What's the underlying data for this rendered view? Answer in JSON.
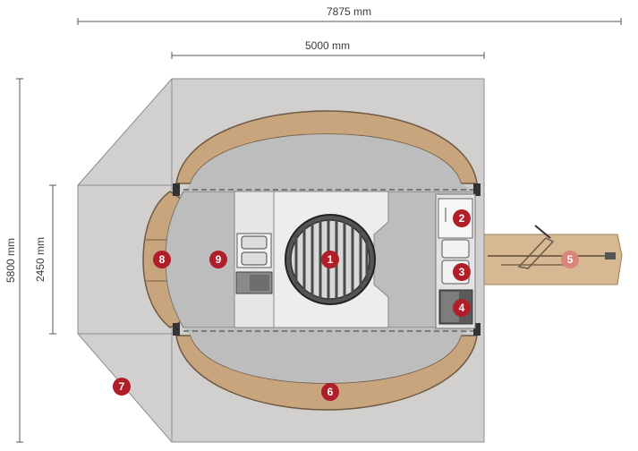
{
  "dimensions": {
    "overall_width": "7875 mm",
    "body_width": "5000 mm",
    "overall_height": "5800 mm",
    "bar_height": "2450 mm"
  },
  "markers": [
    {
      "id": "1",
      "label": "1",
      "color": "#b01e2a"
    },
    {
      "id": "2",
      "label": "2",
      "color": "#b01e2a"
    },
    {
      "id": "3",
      "label": "3",
      "color": "#b01e2a"
    },
    {
      "id": "4",
      "label": "4",
      "color": "#b01e2a"
    },
    {
      "id": "5",
      "label": "5",
      "color": "#d9867a"
    },
    {
      "id": "6",
      "label": "6",
      "color": "#b01e2a"
    },
    {
      "id": "7",
      "label": "7",
      "color": "#b01e2a"
    },
    {
      "id": "8",
      "label": "8",
      "color": "#b01e2a"
    },
    {
      "id": "9",
      "label": "9",
      "color": "#b01e2a"
    }
  ],
  "colors": {
    "awning": "#d2cfcf",
    "floor": "#bdbdbd",
    "wood": "#c8a57d",
    "steel": "#e9e9e9",
    "grill": "#3a3a3a",
    "drawbar": "#d6b993"
  }
}
